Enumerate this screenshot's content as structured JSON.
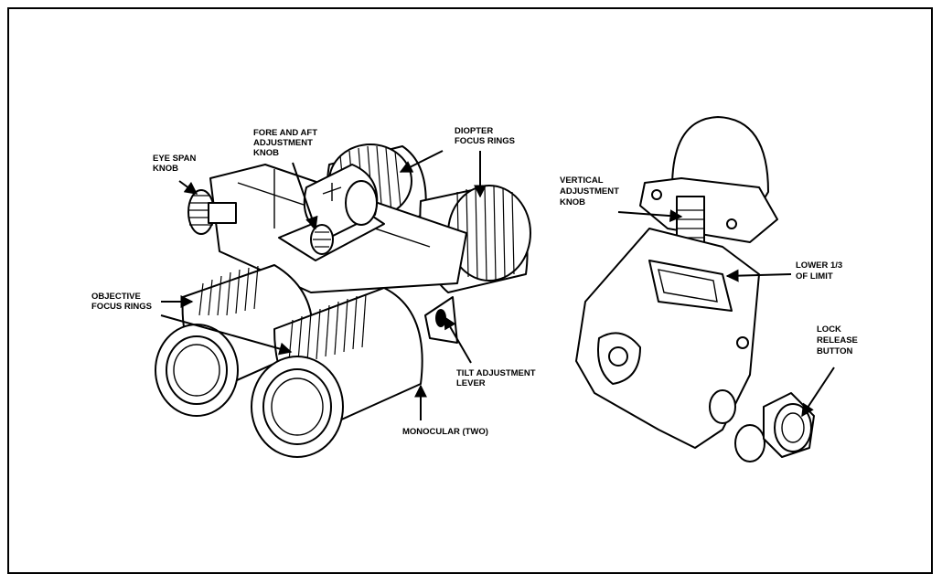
{
  "labels": {
    "eye_span_knob": [
      "EYE SPAN",
      "KNOB"
    ],
    "fore_aft_knob": [
      "FORE AND AFT",
      "ADJUSTMENT",
      "KNOB"
    ],
    "diopter_rings": [
      "DIOPTER",
      "FOCUS RINGS"
    ],
    "objective_rings": [
      "OBJECTIVE",
      "FOCUS RINGS"
    ],
    "tilt_lever": [
      "TILT ADJUSTMENT",
      "LEVER"
    ],
    "monocular": [
      "MONOCULAR (TWO)"
    ],
    "vertical_knob": [
      "VERTICAL",
      "ADJUSTMENT",
      "KNOB"
    ],
    "lower_limit": [
      "LOWER 1/3",
      "OF LIMIT"
    ],
    "lock_release": [
      "LOCK",
      "RELEASE",
      "BUTTON"
    ]
  }
}
